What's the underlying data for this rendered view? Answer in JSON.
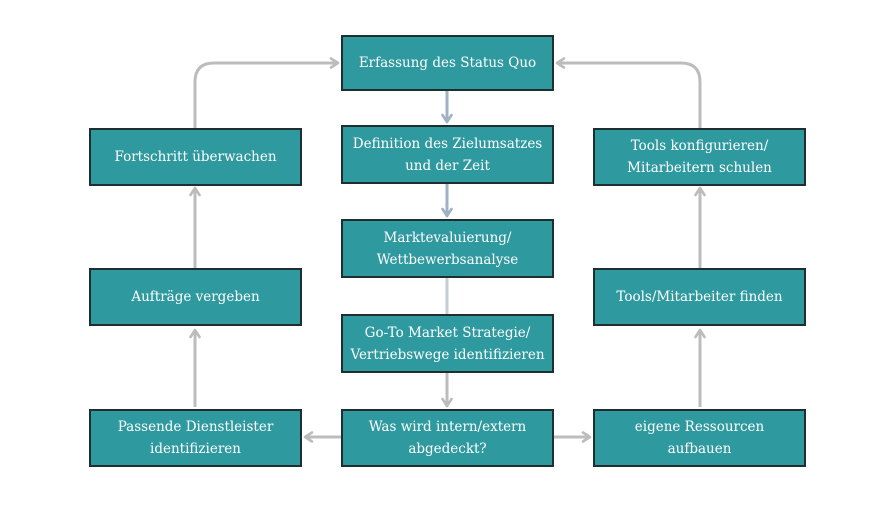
{
  "colors": {
    "node_fill": "#2e9a9f",
    "node_border": "#1f2f2f",
    "node_text": "#ffffff",
    "connector_gray": "#bcbcbc",
    "connector_blue_gray": "#9fb3c2"
  },
  "nodes": {
    "status_quo": {
      "lines": [
        "Erfassung des Status Quo"
      ]
    },
    "zielumsatz": {
      "lines": [
        "Definition des Zielumsatzes",
        "und der Zeit"
      ]
    },
    "marktevaluierung": {
      "lines": [
        "Marktevaluierung/",
        "Wettbewerbsanalyse"
      ]
    },
    "go_to_market": {
      "lines": [
        "Go-To Market Strategie/",
        "Vertriebswege identifizieren"
      ]
    },
    "intern_extern": {
      "lines": [
        "Was wird intern/extern",
        "abgedeckt?"
      ]
    },
    "dienstleister": {
      "lines": [
        "Passende Dienstleister",
        "identifizieren"
      ]
    },
    "auftraege": {
      "lines": [
        "Aufträge vergeben"
      ]
    },
    "fortschritt": {
      "lines": [
        "Fortschritt überwachen"
      ]
    },
    "ressourcen": {
      "lines": [
        "eigene Ressourcen aufbauen"
      ]
    },
    "tools_finden": {
      "lines": [
        "Tools/Mitarbeiter finden"
      ]
    },
    "tools_konfigurieren": {
      "lines": [
        "Tools konfigurieren/",
        "Mitarbeitern schulen"
      ]
    }
  }
}
